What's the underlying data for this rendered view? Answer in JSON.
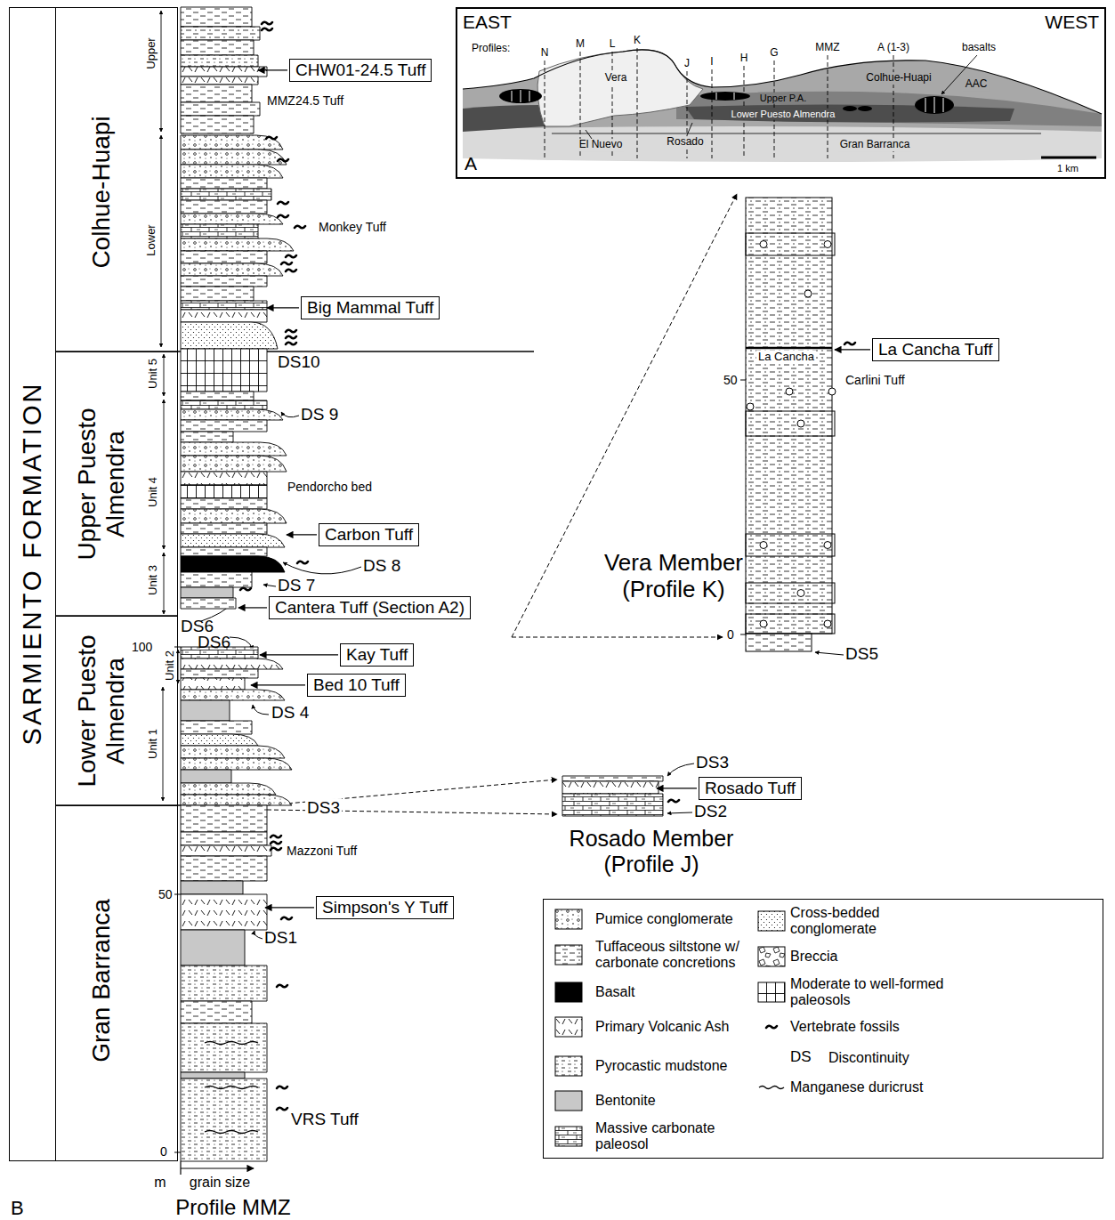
{
  "diagram": {
    "nodes": [
      {
        "text": [
          "SARMIENTO FORMATION"
        ]
      },
      {
        "text": [
          "Colhue-Huapi"
        ],
        "in": 0
      },
      {
        "text": [
          "Upper Puesto Almendra"
        ],
        "in": 0
      },
      {
        "text": [
          "Lower Puesto Almendra"
        ],
        "in": 0
      },
      {
        "text": [
          "Gran Barranca"
        ],
        "in": 0
      },
      {
        "text": [
          "CHW01-24.5 Tuff"
        ]
      },
      {
        "text": [
          "Big Mammal Tuff"
        ]
      },
      {
        "text": [
          "Carbon Tuff"
        ]
      },
      {
        "text": [
          "Cantera Tuff (Section A2)"
        ]
      },
      {
        "text": [
          "Kay Tuff"
        ]
      },
      {
        "text": [
          "Bed 10 Tuff"
        ]
      },
      {
        "text": [
          "Simpson's Y Tuff"
        ]
      },
      {
        "text": [
          "Rosado Tuff"
        ]
      },
      {
        "text": [
          "La Cancha Tuff"
        ]
      },
      {
        "text": [
          "EAST",
          "WEST",
          "A"
        ]
      }
    ],
    "labels": [
      "Upper",
      "Lower",
      "Unit 5",
      "Unit 4",
      "Unit 3",
      "Unit 2",
      "Unit 1",
      "MMZ24.5 Tuff",
      "Monkey Tuff",
      "DS10",
      "DS 9",
      "Pendorcho bed",
      "DS 8",
      "DS 7",
      "DS6",
      "DS6",
      "100",
      "DS 4",
      "DS3",
      "Mazzoni Tuff",
      "50",
      "DS1",
      "VRS Tuff",
      "0",
      "m",
      "grain size",
      "Profile MMZ",
      "B",
      "DS3",
      "DS2",
      "Rosado Member (Profile J)",
      "Vera Member (Profile K)",
      "DS5",
      "50",
      "0",
      "La Cancha",
      "Carlini Tuff",
      "Profiles:",
      "N",
      "M",
      "L",
      "K",
      "J",
      "I",
      "H",
      "G",
      "MMZ",
      "A (1-3)",
      "basalts",
      "Vera",
      "Colhue-Huapi",
      "AAC",
      "Upper P.A.",
      "Lower Puesto Almendra",
      "El Nuevo",
      "Rosado",
      "Gran Barranca",
      "1 km",
      "DS"
    ],
    "legend": [
      {
        "text": "Pumice conglomerate"
      },
      {
        "text": "Tuffaceous siltstone w/ carbonate concretions"
      },
      {
        "text": "Basalt",
        "color": "#000000"
      },
      {
        "text": "Primary Volcanic Ash"
      },
      {
        "text": "Pyrocastic mudstone"
      },
      {
        "text": "Bentonite",
        "color": "#c8c8c8"
      },
      {
        "text": "Massive carbonate paleosol"
      },
      {
        "text": "Cross-bedded conglomerate"
      },
      {
        "text": "Breccia"
      },
      {
        "text": "Moderate to well-formed paleosols"
      },
      {
        "text": "Vertebrate fossils"
      },
      {
        "text": "Discontinuity"
      },
      {
        "text": "Manganese duricrust"
      }
    ]
  }
}
